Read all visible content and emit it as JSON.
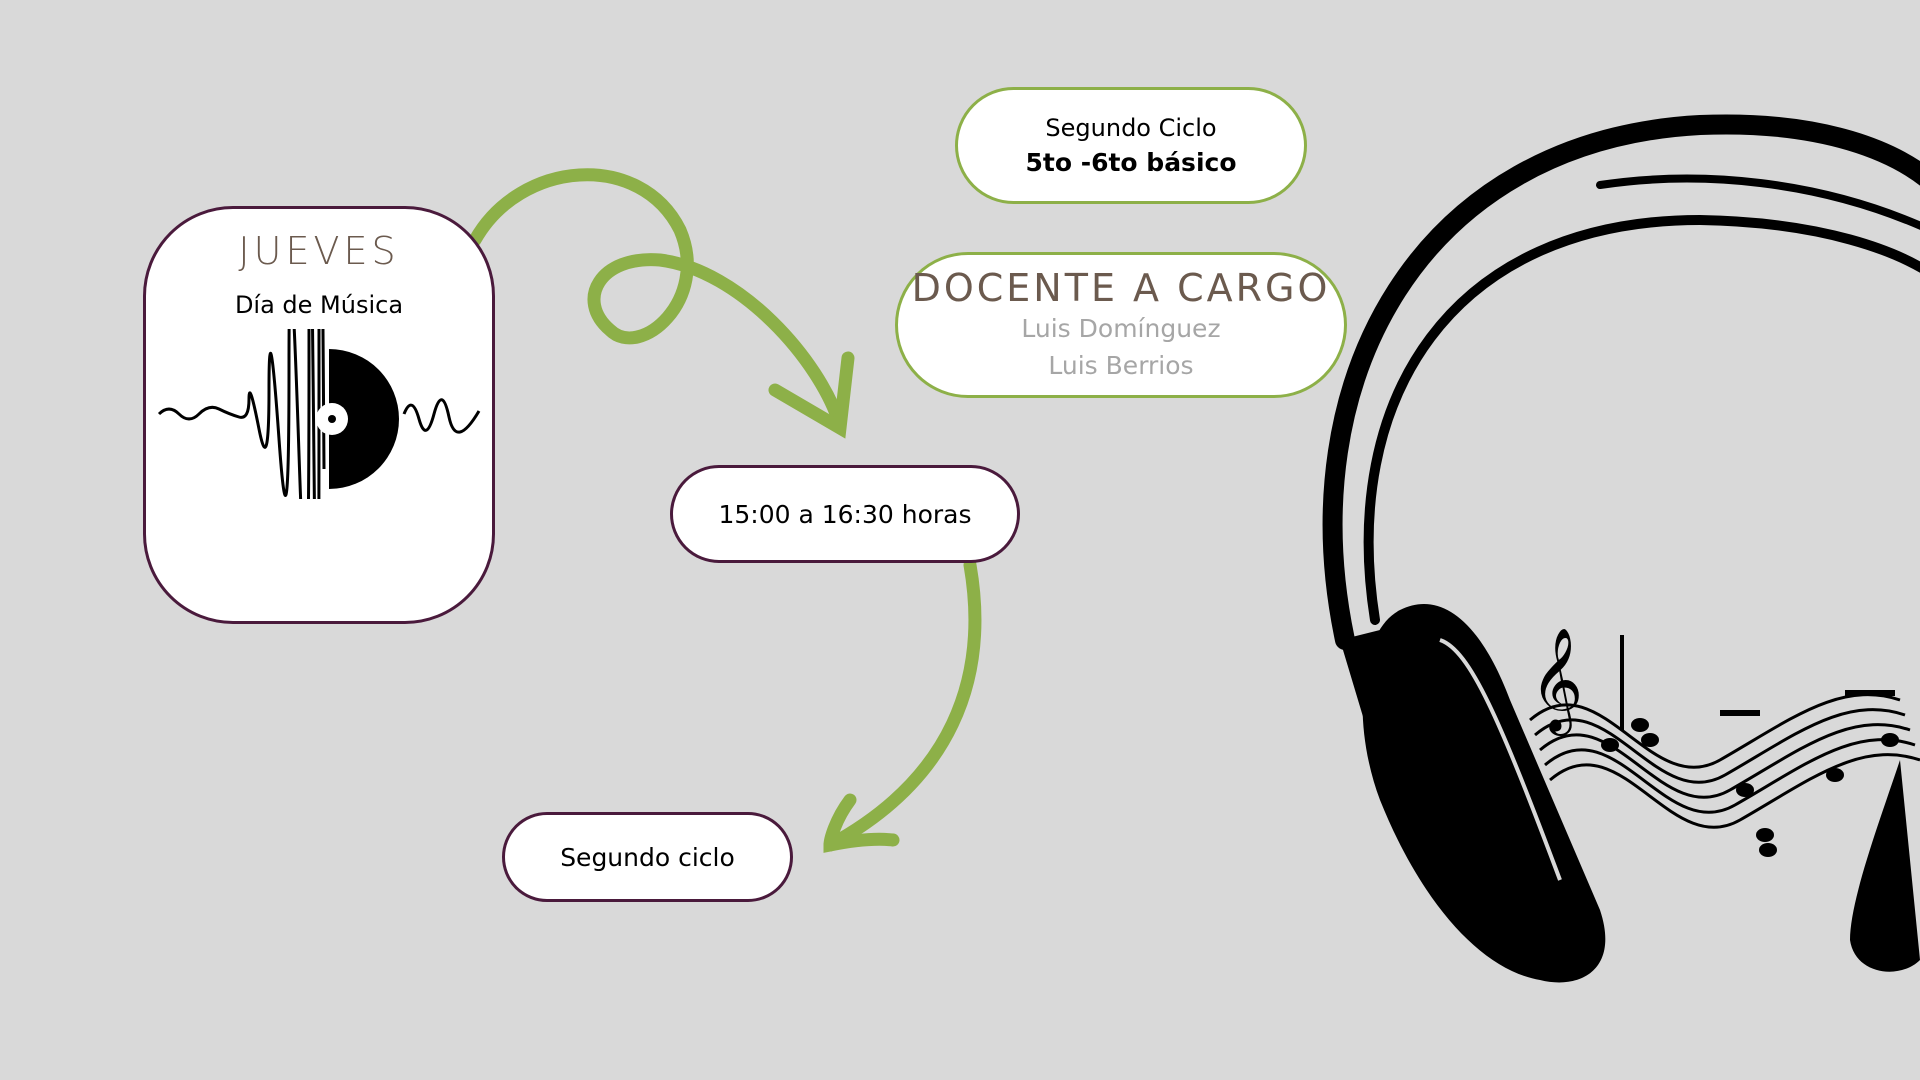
{
  "day_card": {
    "title": "JUEVES",
    "subtitle": "Día de Música",
    "icon": "vinyl-soundwave-icon"
  },
  "cycle_card": {
    "line1": "Segundo Ciclo",
    "line2": "5to -6to básico"
  },
  "teacher_card": {
    "title": "DOCENTE A CARGO",
    "teachers": [
      "Luis Domínguez",
      "Luis Berrios"
    ]
  },
  "time_card": {
    "label": "15:00 a 16:30 horas"
  },
  "group_card": {
    "label": "Segundo ciclo"
  },
  "decoration": {
    "icon": "headphones-music-notes-icon"
  },
  "colors": {
    "background": "#d9d9d9",
    "accent_green": "#8db048",
    "border_plum": "#4a1a3c",
    "title_brown": "#6b5a4e"
  }
}
